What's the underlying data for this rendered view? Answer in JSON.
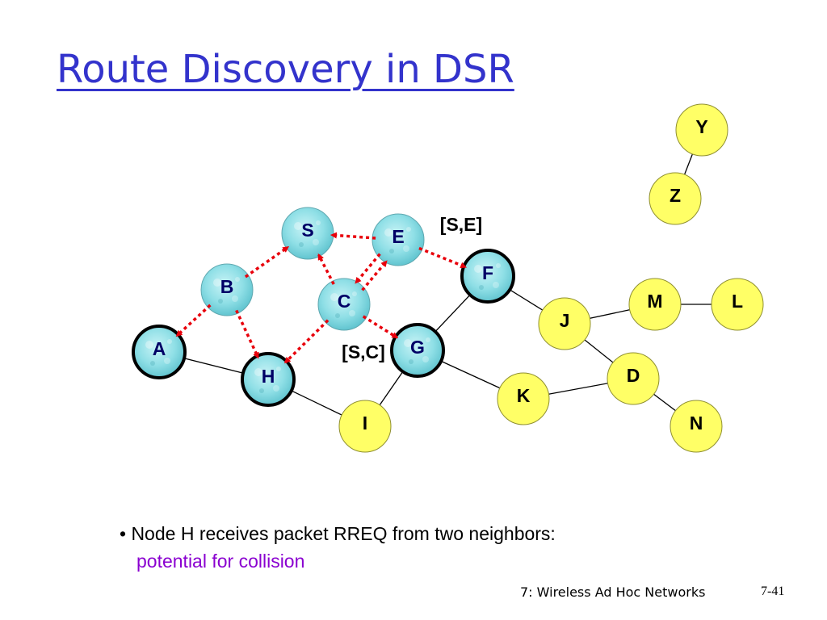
{
  "title": "Route Discovery in DSR",
  "diagram": {
    "nodes": [
      {
        "id": "S",
        "label": "S",
        "kind": "water"
      },
      {
        "id": "E",
        "label": "E",
        "kind": "water"
      },
      {
        "id": "B",
        "label": "B",
        "kind": "water"
      },
      {
        "id": "C",
        "label": "C",
        "kind": "water"
      },
      {
        "id": "A",
        "label": "A",
        "kind": "water"
      },
      {
        "id": "H",
        "label": "H",
        "kind": "water"
      },
      {
        "id": "G",
        "label": "G",
        "kind": "water"
      },
      {
        "id": "F",
        "label": "F",
        "kind": "water"
      },
      {
        "id": "I",
        "label": "I",
        "kind": "plain"
      },
      {
        "id": "J",
        "label": "J",
        "kind": "plain"
      },
      {
        "id": "K",
        "label": "K",
        "kind": "plain"
      },
      {
        "id": "M",
        "label": "M",
        "kind": "plain"
      },
      {
        "id": "L",
        "label": "L",
        "kind": "plain"
      },
      {
        "id": "D",
        "label": "D",
        "kind": "plain"
      },
      {
        "id": "N",
        "label": "N",
        "kind": "plain"
      },
      {
        "id": "Y",
        "label": "Y",
        "kind": "plain"
      },
      {
        "id": "Z",
        "label": "Z",
        "kind": "plain"
      }
    ],
    "highlighted_nodes": [
      "A",
      "H",
      "G",
      "F"
    ],
    "links": [
      [
        "A",
        "H"
      ],
      [
        "H",
        "I"
      ],
      [
        "I",
        "G"
      ],
      [
        "G",
        "F"
      ],
      [
        "G",
        "K"
      ],
      [
        "F",
        "J"
      ],
      [
        "J",
        "M"
      ],
      [
        "M",
        "L"
      ],
      [
        "J",
        "D"
      ],
      [
        "K",
        "D"
      ],
      [
        "D",
        "N"
      ],
      [
        "Y",
        "Z"
      ]
    ],
    "rreq_transmissions": [
      [
        "E",
        "S"
      ],
      [
        "E",
        "C"
      ],
      [
        "E",
        "F"
      ],
      [
        "C",
        "E"
      ],
      [
        "C",
        "S"
      ],
      [
        "C",
        "H"
      ],
      [
        "C",
        "G"
      ],
      [
        "B",
        "S"
      ],
      [
        "B",
        "A"
      ],
      [
        "B",
        "H"
      ]
    ],
    "packet_labels": [
      "[S,E]",
      "[S,C]"
    ],
    "colors": {
      "water_node": "#8fdfe6",
      "plain_node": "#ffff66",
      "rreq_arrow": "#e8000b",
      "link": "#000000"
    }
  },
  "bullet": {
    "text": "• Node H receives packet RREQ from two neighbors:",
    "subtext": "potential for collision"
  },
  "footer": {
    "course": "7: Wireless Ad Hoc Networks",
    "page": "7-41"
  }
}
